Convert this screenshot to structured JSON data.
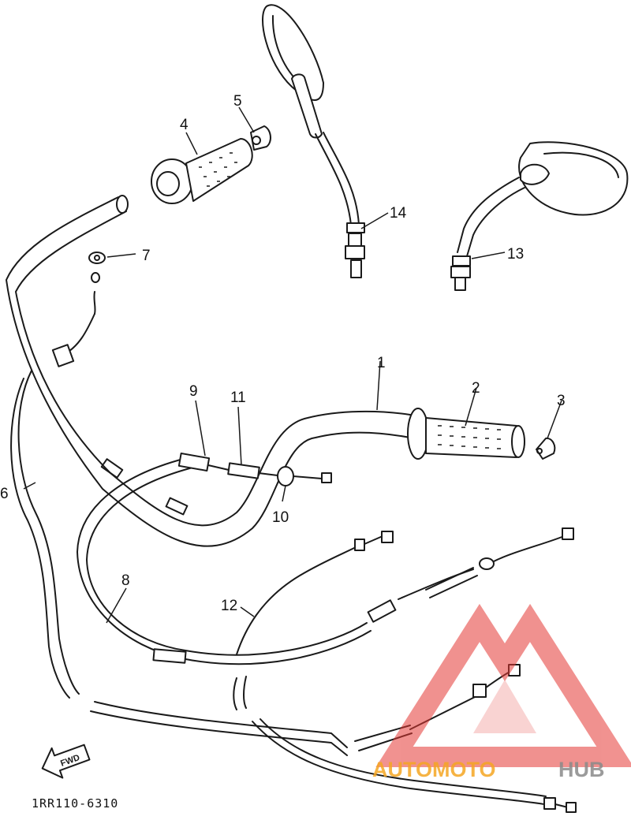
{
  "diagram": {
    "part_number": "1RR110-6310",
    "fwd_label": "FWD",
    "callouts": {
      "c1": "1",
      "c2": "2",
      "c3": "3",
      "c4": "4",
      "c5": "5",
      "c6": "6",
      "c7": "7",
      "c8": "8",
      "c9": "9",
      "c10": "10",
      "c11": "11",
      "c12": "12",
      "c13": "13",
      "c14": "14"
    }
  },
  "watermark": {
    "text_left": "AUTOMOTO",
    "text_right": "HUB",
    "color_left": "#f5a623",
    "color_right": "#8a8a8a",
    "logo_color": "#e53935"
  }
}
